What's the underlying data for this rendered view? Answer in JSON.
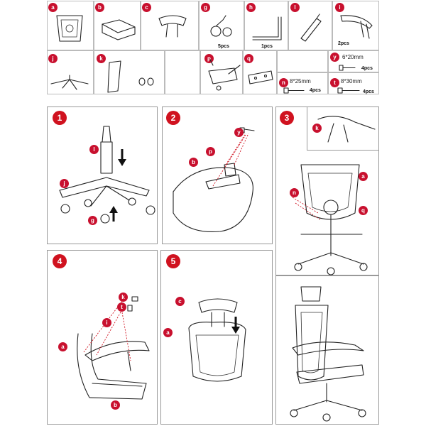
{
  "parts_row1": [
    {
      "letter": "a",
      "qty": ""
    },
    {
      "letter": "b",
      "qty": ""
    },
    {
      "letter": "c",
      "qty": ""
    },
    {
      "letter": "g",
      "qty": "5pcs"
    },
    {
      "letter": "h",
      "qty": "1pcs"
    },
    {
      "letter": "l",
      "qty": ""
    },
    {
      "letter": "i",
      "qty": "2pcs"
    }
  ],
  "parts_row2": [
    {
      "letter": "j"
    },
    {
      "letter": "k"
    },
    {
      "letter": "p"
    },
    {
      "letter": "q"
    }
  ],
  "screws": [
    {
      "letter": "y",
      "size": "6*20mm",
      "qty": "4pcs"
    },
    {
      "letter": "n",
      "size": "8*25mm",
      "qty": "4pcs"
    },
    {
      "letter": "t",
      "size": "8*30mm",
      "qty": "4pcs"
    }
  ],
  "steps": [
    "1",
    "2",
    "3",
    "4",
    "5"
  ],
  "callouts": {
    "s1": [
      "l",
      "j",
      "g"
    ],
    "s2": [
      "y",
      "p",
      "b"
    ],
    "s3": [
      "k",
      "a",
      "n",
      "q"
    ],
    "s4": [
      "k",
      "t",
      "i",
      "a",
      "b"
    ],
    "s5": [
      "c",
      "a"
    ]
  },
  "colors": {
    "badge": "#d0121f",
    "line": "#222222",
    "border": "#999999"
  }
}
